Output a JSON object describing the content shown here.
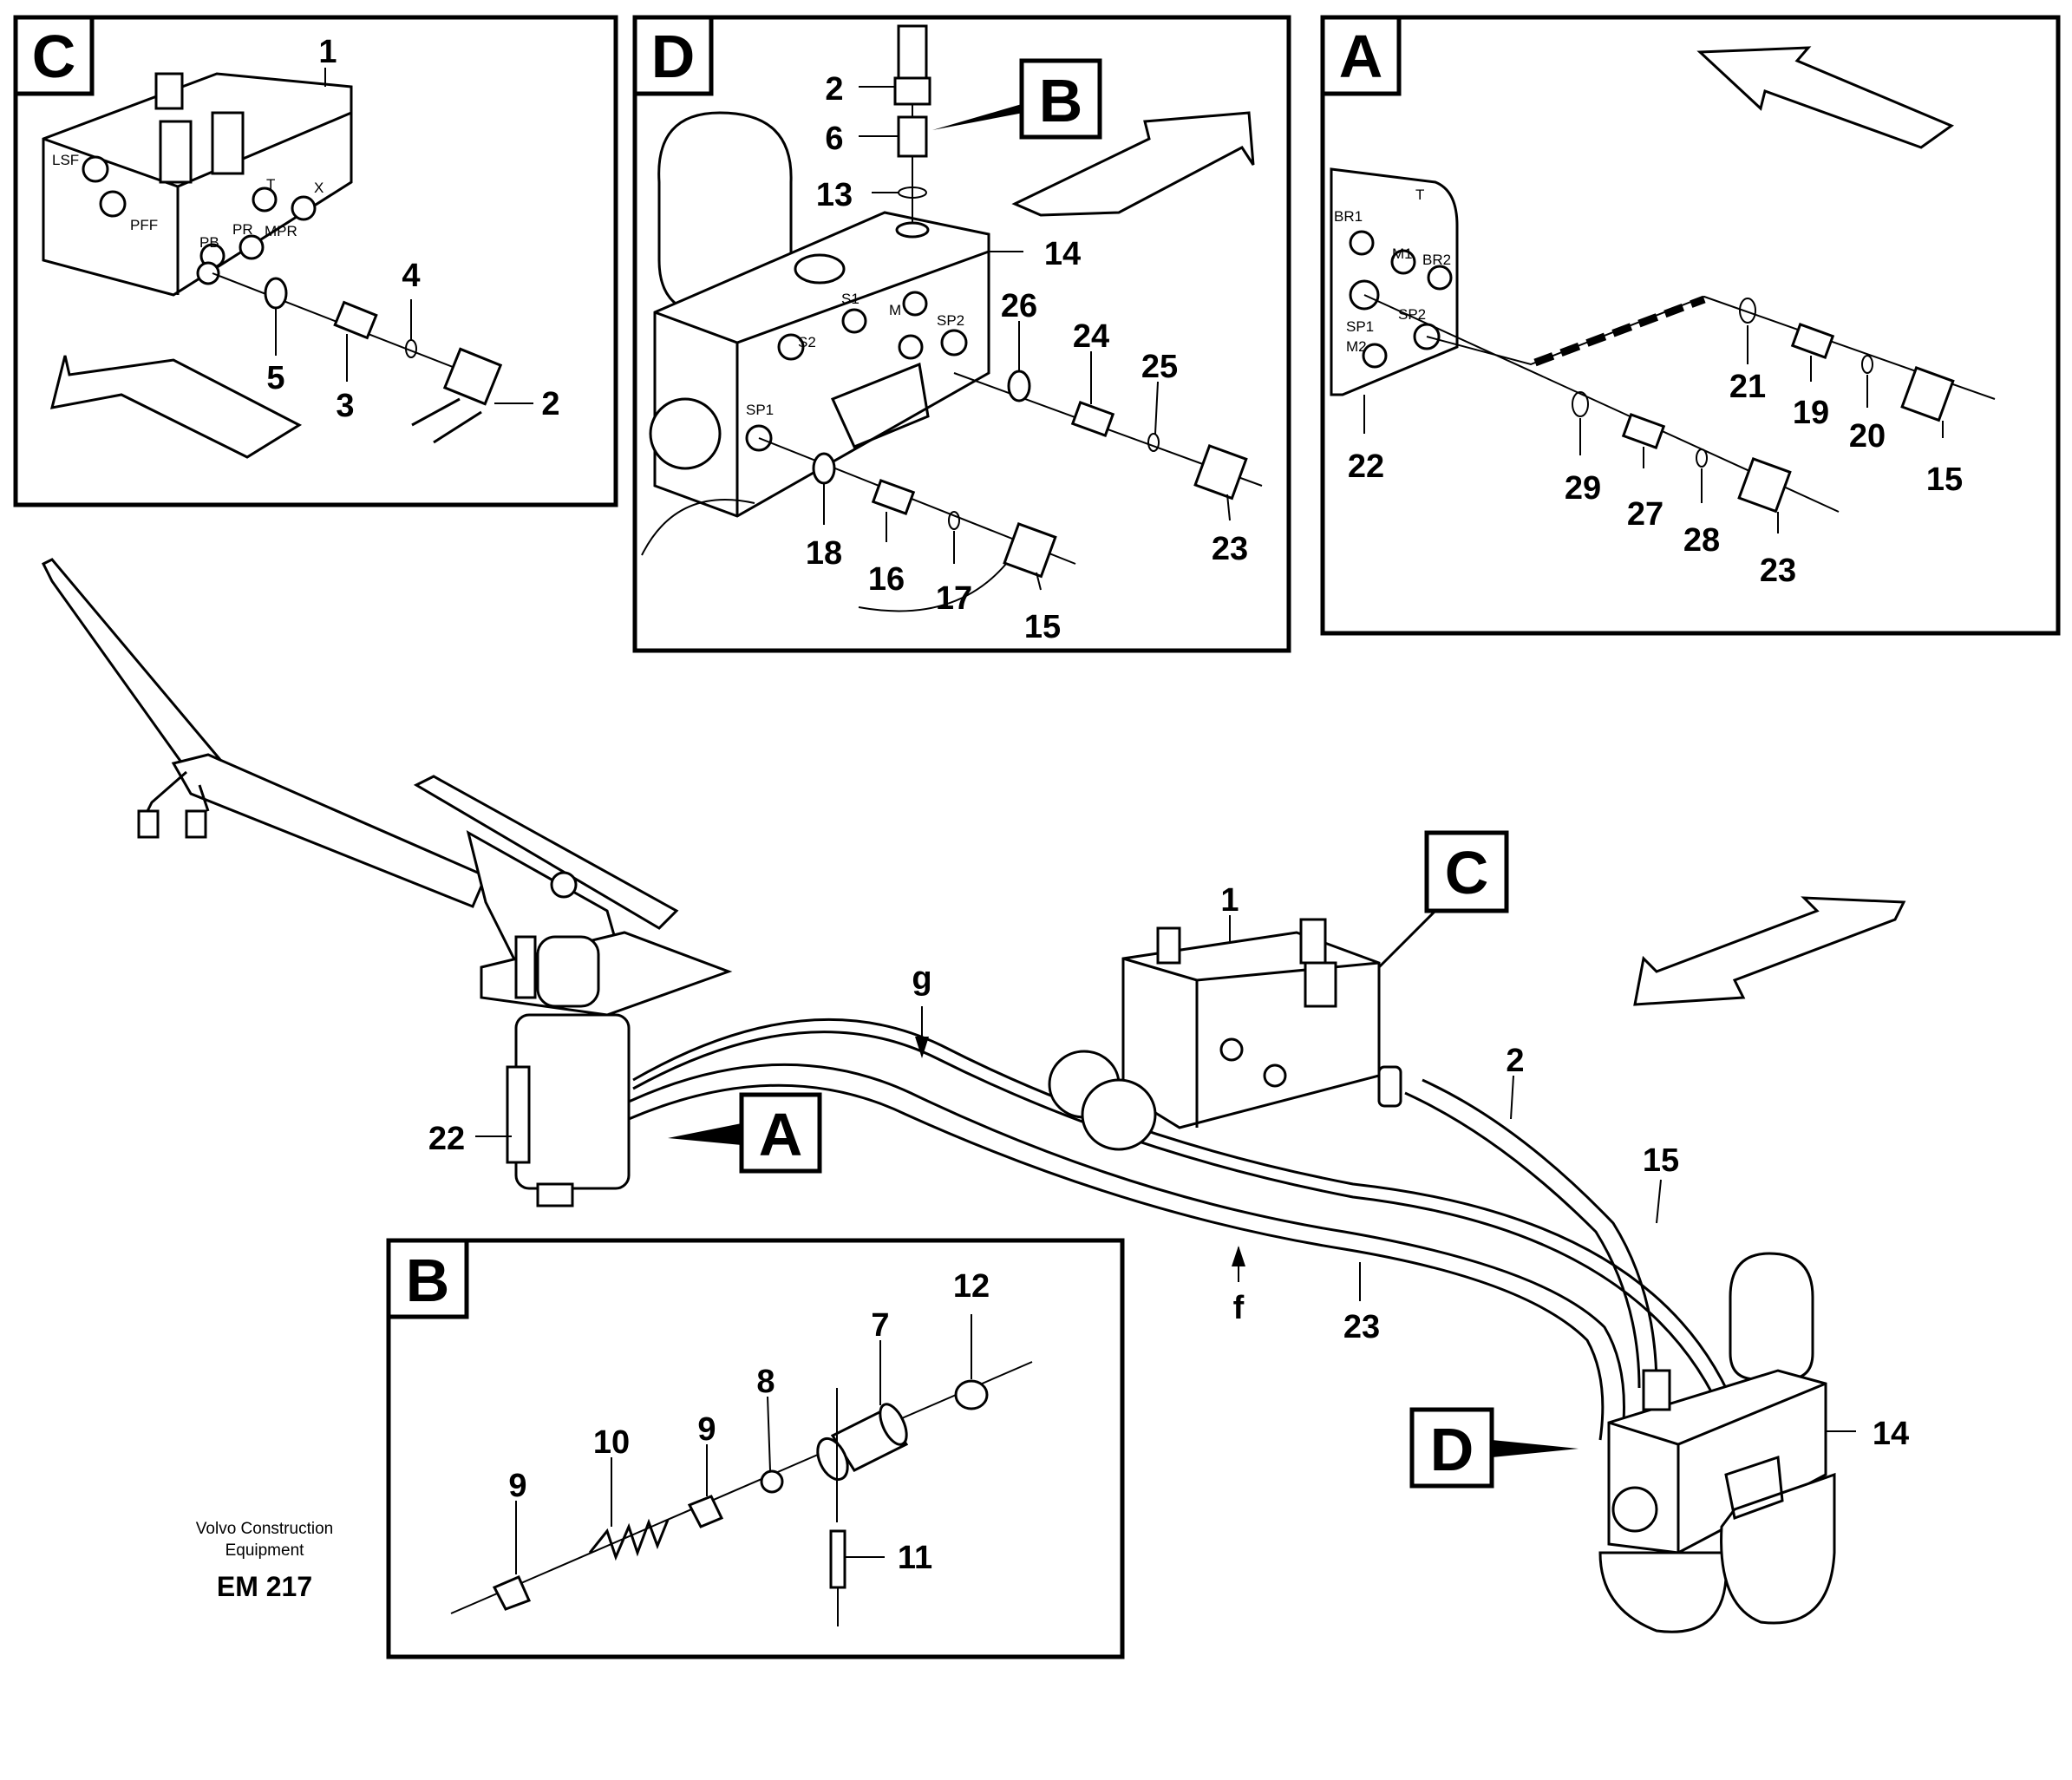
{
  "panels": {
    "C": {
      "letter": "C",
      "ports": [
        "LSF",
        "PFF",
        "PB",
        "PR",
        "MPR",
        "T",
        "X"
      ],
      "callouts": [
        "1",
        "4",
        "5",
        "3",
        "2"
      ]
    },
    "D": {
      "letter": "D",
      "ports": [
        "S2",
        "S1",
        "M",
        "SP2",
        "SP1"
      ],
      "callouts": [
        "2",
        "6",
        "13",
        "14",
        "26",
        "24",
        "25",
        "23",
        "18",
        "16",
        "17",
        "15"
      ]
    },
    "A": {
      "letter": "A",
      "ports": [
        "BR1",
        "T",
        "M1",
        "BR2",
        "SP1",
        "SP2",
        "M2"
      ],
      "callouts": [
        "21",
        "19",
        "20",
        "15",
        "22",
        "29",
        "27",
        "28",
        "23"
      ]
    },
    "B": {
      "letter": "B",
      "callouts": [
        "12",
        "7",
        "8",
        "9",
        "10",
        "9",
        "11"
      ]
    }
  },
  "main": {
    "callouts": [
      "1",
      "g",
      "2",
      "15",
      "22",
      "f",
      "23",
      "14"
    ],
    "refs": [
      "C",
      "A",
      "D",
      "B"
    ]
  },
  "footer": {
    "line1": "Volvo Construction",
    "line2": "Equipment",
    "code": "EM 217"
  }
}
